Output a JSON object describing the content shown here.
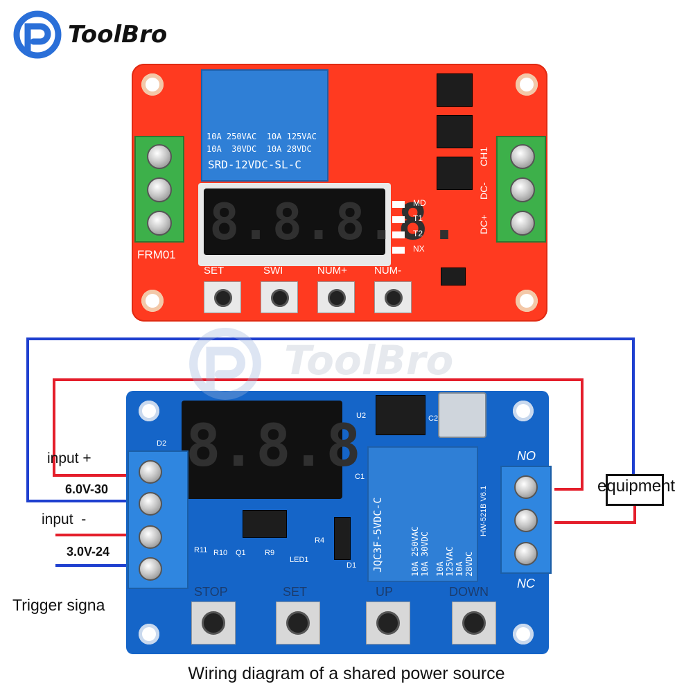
{
  "brand": {
    "name": "ToolBro",
    "watermark": "ToolBro"
  },
  "top_board": {
    "model_label": "FRM01",
    "relay_lines": [
      "10A 250VAC  10A 125VAC",
      "10A  30VDC  10A 28VDC",
      "SRD-12VDC-SL-C"
    ],
    "display_digits": "8.8.8.8.",
    "indicators": [
      "MD",
      "T1",
      "T2",
      "NX"
    ],
    "buttons": [
      "SET",
      "SWI",
      "NUM+",
      "NUM-"
    ],
    "terminal_labels": [
      "CH1",
      "DC-",
      "DC+"
    ]
  },
  "bottom_board": {
    "display_digits": "8.8.8.",
    "buttons": [
      "STOP",
      "SET",
      "UP",
      "DOWN"
    ],
    "relay_lines": [
      "JQC3F-5VDC-C",
      "10A 250VAC 10A 30VDC",
      "10A 125VAC 10A 28VDC"
    ],
    "board_id": "HW-521B V6.1",
    "relay_contacts": [
      "NO",
      "NC"
    ],
    "component_labels": [
      "U2",
      "C2",
      "D2",
      "C1",
      "R11",
      "R10",
      "Q1",
      "R9",
      "LED1",
      "R4",
      "D1"
    ]
  },
  "wiring_labels": {
    "input_plus": "input +",
    "voltage_plus": "6.0V-30",
    "input_minus": "input  -",
    "voltage_minus": "3.0V-24",
    "trigger": "Trigger signa",
    "equipment": "equipment"
  },
  "caption": "Wiring diagram of a shared power source",
  "colors": {
    "red_board": "#ff3a20",
    "blue_board": "#1565c8",
    "wire_blue": "#1e3fcf",
    "wire_red": "#e41e2b",
    "logo_blue": "#2a6fd8"
  }
}
